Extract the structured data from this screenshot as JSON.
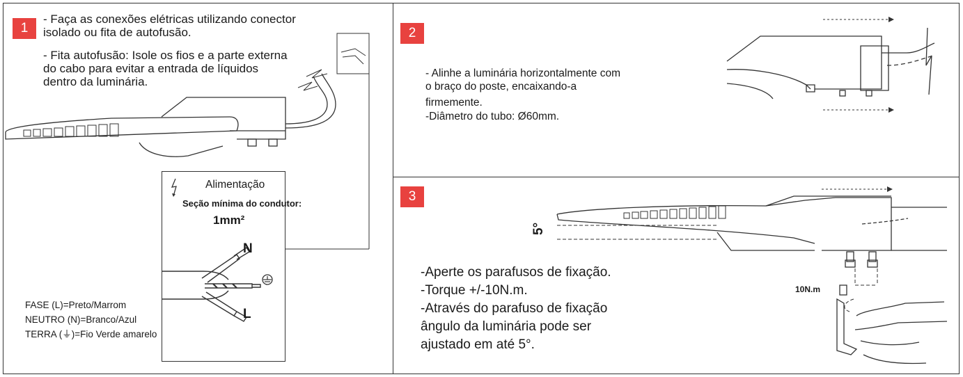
{
  "step1": {
    "badge": "1",
    "lines": [
      "- Faça as conexões elétricas utilizando conector",
      "isolado ou fita de autofusão.",
      "- Fita autofusão: Isole os fios e a parte externa",
      "do cabo para evitar a entrada de líquidos",
      "dentro da luminária."
    ],
    "power_box": {
      "title": "Alimentação",
      "section_label": "Seção mínima do condutor:",
      "section_value": "1mm²",
      "terminal_n": "N",
      "terminal_l": "L"
    },
    "legend": [
      "FASE (L)=Preto/Marrom",
      "NEUTRO (N)=Branco/Azul",
      "TERRA (⏚)=Fio Verde amarelo"
    ]
  },
  "step2": {
    "badge": "2",
    "lines": [
      "- Alinhe a luminária horizontalmente com",
      "o braço do poste, encaixando-a",
      "firmemente.",
      "-Diâmetro do tubo: Ø60mm."
    ]
  },
  "step3": {
    "badge": "3",
    "angle_label": "5°",
    "torque_label": "10N.m",
    "lines": [
      "-Aperte os parafusos de fixação.",
      "-Torque +/-10N.m.",
      "-Através do parafuso de fixação",
      "ângulo da luminária pode ser",
      "ajustado em até 5°."
    ]
  },
  "colors": {
    "badge": "#e8423f",
    "line": "#333333"
  }
}
